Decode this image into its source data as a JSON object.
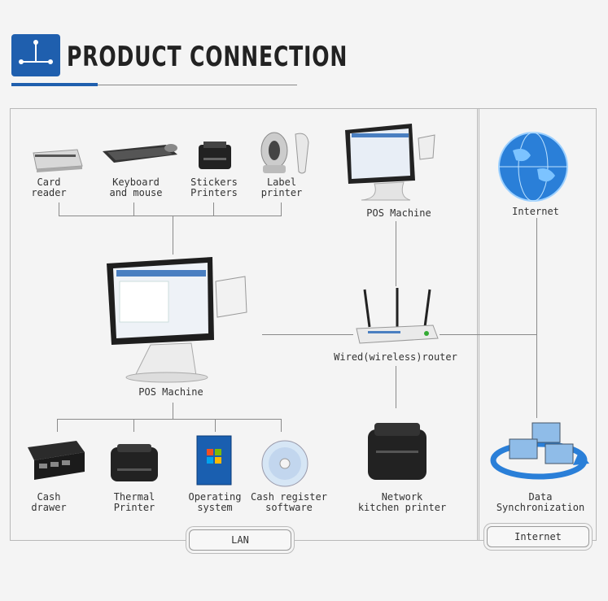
{
  "header": {
    "title": "PRODUCT CONNECTION",
    "icon": "network-icon"
  },
  "colors": {
    "accent": "#1f5fae",
    "line": "#8a8a8a"
  },
  "peripherals_top": [
    {
      "label": "Card\nreader",
      "icon": "card-reader-icon"
    },
    {
      "label": "Keyboard\nand mouse",
      "icon": "keyboard-mouse-icon"
    },
    {
      "label": "Stickers\nPrinters",
      "icon": "sticker-printer-icon"
    },
    {
      "label": "Label\nprinter",
      "icon": "barcode-scanner-icon"
    }
  ],
  "pos_top": {
    "label": "POS Machine",
    "icon": "pos-machine-icon"
  },
  "pos_main": {
    "label": "POS Machine",
    "icon": "pos-machine-icon"
  },
  "router": {
    "label": "Wired(wireless)router",
    "icon": "router-icon"
  },
  "internet": {
    "label": "Internet",
    "icon": "globe-icon"
  },
  "peripherals_bottom": [
    {
      "label": "Cash\ndrawer",
      "icon": "cash-drawer-icon"
    },
    {
      "label": "Thermal\nPrinter",
      "icon": "thermal-printer-icon"
    },
    {
      "label": "Operating\nsystem",
      "icon": "windows-box-icon"
    },
    {
      "label": "Cash register\nsoftware",
      "icon": "cd-disc-icon"
    }
  ],
  "network_printer": {
    "label": "Network\nkitchen printer",
    "icon": "kitchen-printer-icon"
  },
  "data_sync": {
    "label": "Data\nSynchronization",
    "icon": "data-sync-icon"
  },
  "zones": {
    "lan": "LAN",
    "internet": "Internet"
  }
}
